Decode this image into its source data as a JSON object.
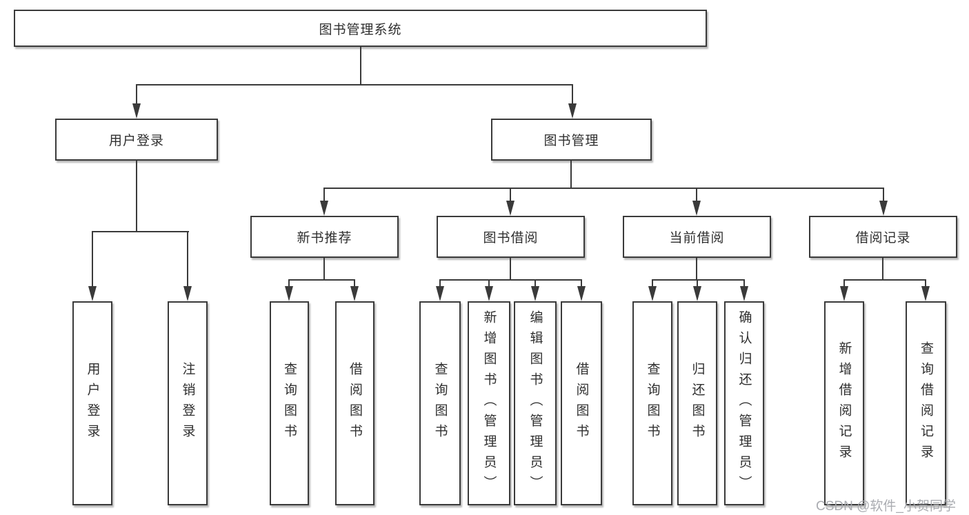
{
  "title": "图书管理系统",
  "tree": {
    "label": "图书管理系统",
    "children": [
      {
        "label": "用户登录",
        "children": [
          {
            "label": "用户登录"
          },
          {
            "label": "注销登录"
          }
        ]
      },
      {
        "label": "图书管理",
        "children": [
          {
            "label": "新书推荐",
            "children": [
              {
                "label": "查询图书"
              },
              {
                "label": "借阅图书"
              }
            ]
          },
          {
            "label": "图书借阅",
            "children": [
              {
                "label": "查询图书"
              },
              {
                "label": "新增图书（管理员）"
              },
              {
                "label": "编辑图书（管理员）"
              },
              {
                "label": "借阅图书"
              }
            ]
          },
          {
            "label": "当前借阅",
            "children": [
              {
                "label": "查询图书"
              },
              {
                "label": "归还图书"
              },
              {
                "label": "确认归还（管理员）"
              }
            ]
          },
          {
            "label": "借阅记录",
            "children": [
              {
                "label": "新增借阅记录"
              },
              {
                "label": "查询借阅记录"
              }
            ]
          }
        ]
      }
    ]
  },
  "watermark": "CSDN @软件_小贺同学",
  "colors": {
    "line": "#3a3a3a",
    "text": "#2f2f2f",
    "background": "#ffffff",
    "watermark": "#a5a8ad"
  }
}
